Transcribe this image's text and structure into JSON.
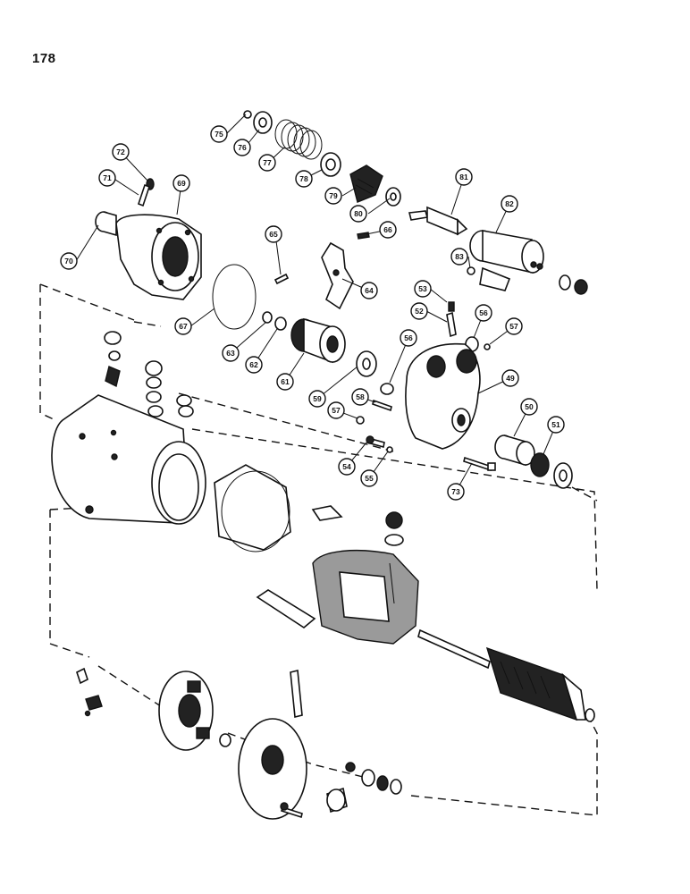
{
  "page_number": "178",
  "callouts": [
    "75",
    "76",
    "77",
    "78",
    "79",
    "80",
    "81",
    "82",
    "72",
    "71",
    "69",
    "70",
    "65",
    "66",
    "64",
    "83",
    "67",
    "63",
    "62",
    "61",
    "53",
    "52",
    "56",
    "57",
    "59",
    "58",
    "56",
    "57",
    "49",
    "50",
    "51",
    "54",
    "55",
    "73"
  ]
}
